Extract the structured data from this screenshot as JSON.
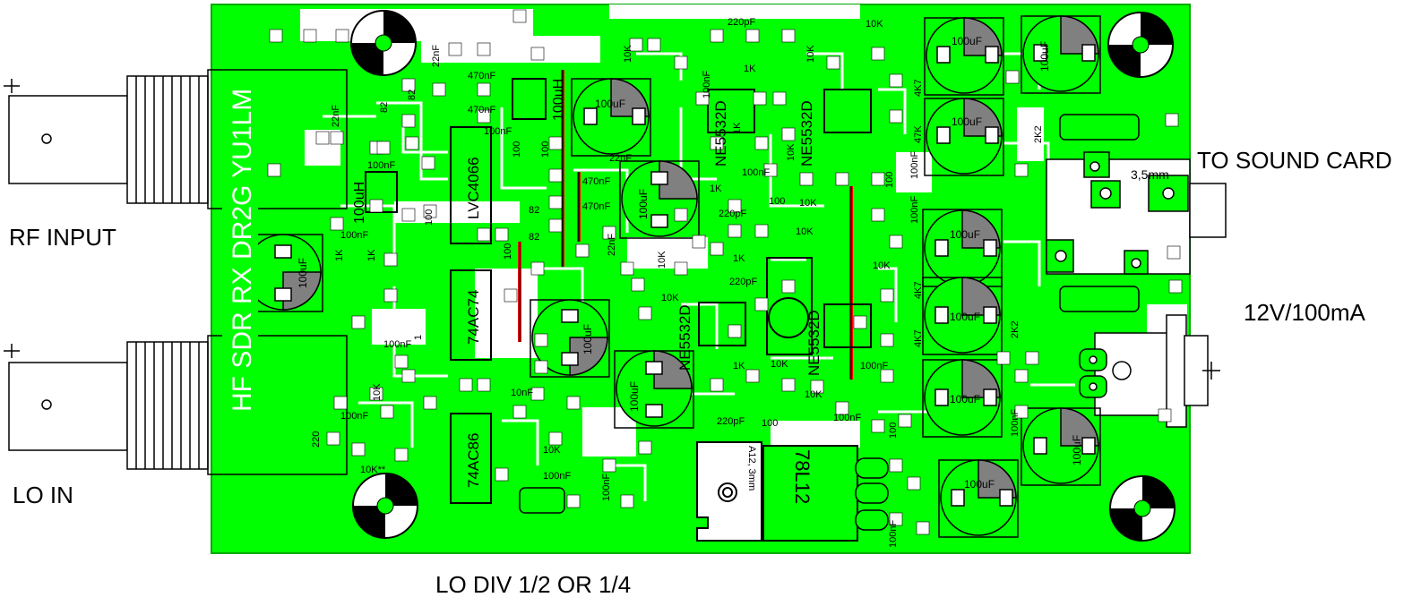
{
  "labels": {
    "rf_input": "RF INPUT",
    "lo_in": "LO IN",
    "to_sound_card": "TO SOUND CARD",
    "power": "12V/100mA",
    "lo_div": "LO DIV 1/2 OR 1/4"
  },
  "board": {
    "title": "HF SDR RX DR2G YU1LM",
    "jack_label": "3,5mm",
    "ics": {
      "lvc4066": "LVC4066",
      "ac74": "74AC74",
      "ac86": "74AC86",
      "ne_a": "NE5532D",
      "ne_b": "NE5532D",
      "ne_c": "NE5532D",
      "ne_d": "NE5532D"
    },
    "inductor1": "100uH",
    "inductor2": "100uH",
    "regulator": "78L12",
    "reg_label": "A12, 3mm",
    "caps_uF": "100uF",
    "parts": {
      "c22n_a": "22nF",
      "c22n_b": "22nF",
      "c22n_c": "22nF",
      "c22n_d": "22nF",
      "c470n_a": "470nF",
      "c470n_b": "470nF",
      "c470n_c": "470nF",
      "c470n_d": "470nF",
      "r82_a": "82",
      "r82_b": "82",
      "r82_c": "82",
      "r82_d": "82",
      "c100n_a": "100nF",
      "c100n_b": "100nF",
      "c100n_c": "100nF",
      "c100n_d": "100nF",
      "c100n_e": "100nF",
      "c100n_f": "100nF",
      "c100n_g": "100nF",
      "c100n_h": "100nF",
      "c100n_i": "100nF",
      "c100n_j": "100nF",
      "c100n_k": "100nF",
      "c100n_l": "100nF",
      "c100n_m": "100nF",
      "c100n_n": "100nF",
      "c100n_o": "100nF",
      "c220p_a": "220pF",
      "c220p_b": "220pF",
      "c220p_c": "220pF",
      "c220p_d": "220pF",
      "r10k_a": "10K",
      "r10k_b": "10K",
      "r10k_c": "10K",
      "r10k_d": "10K",
      "r10k_e": "10K",
      "r10k_f": "10K",
      "r10k_g": "10K",
      "r10k_h": "10K",
      "r10k_i": "10K",
      "r10k_j": "10K",
      "r10k_k": "10K",
      "r10k_l": "10K",
      "r10k_m": "10K",
      "r1k_a": "1K",
      "r1k_b": "1K",
      "r1k_c": "1K",
      "r1k_d": "1K",
      "r1k_e": "1K",
      "r1k_f": "1K",
      "r1k_g": "1K",
      "r100_a": "100",
      "r100_b": "100",
      "r100_c": "100",
      "r100_d": "100",
      "r100_e": "100",
      "r100_f": "100",
      "r100_g": "100",
      "r100_h": "100",
      "r4k7_a": "4K7",
      "r4k7_b": "4K7",
      "r4k7_c": "4K7",
      "r47k": "47K",
      "r2k2_a": "2K2",
      "r2k2_b": "2K2",
      "c10n": "10nF",
      "r10k_ss": "10K**",
      "r220": "220",
      "r1": "1"
    }
  }
}
